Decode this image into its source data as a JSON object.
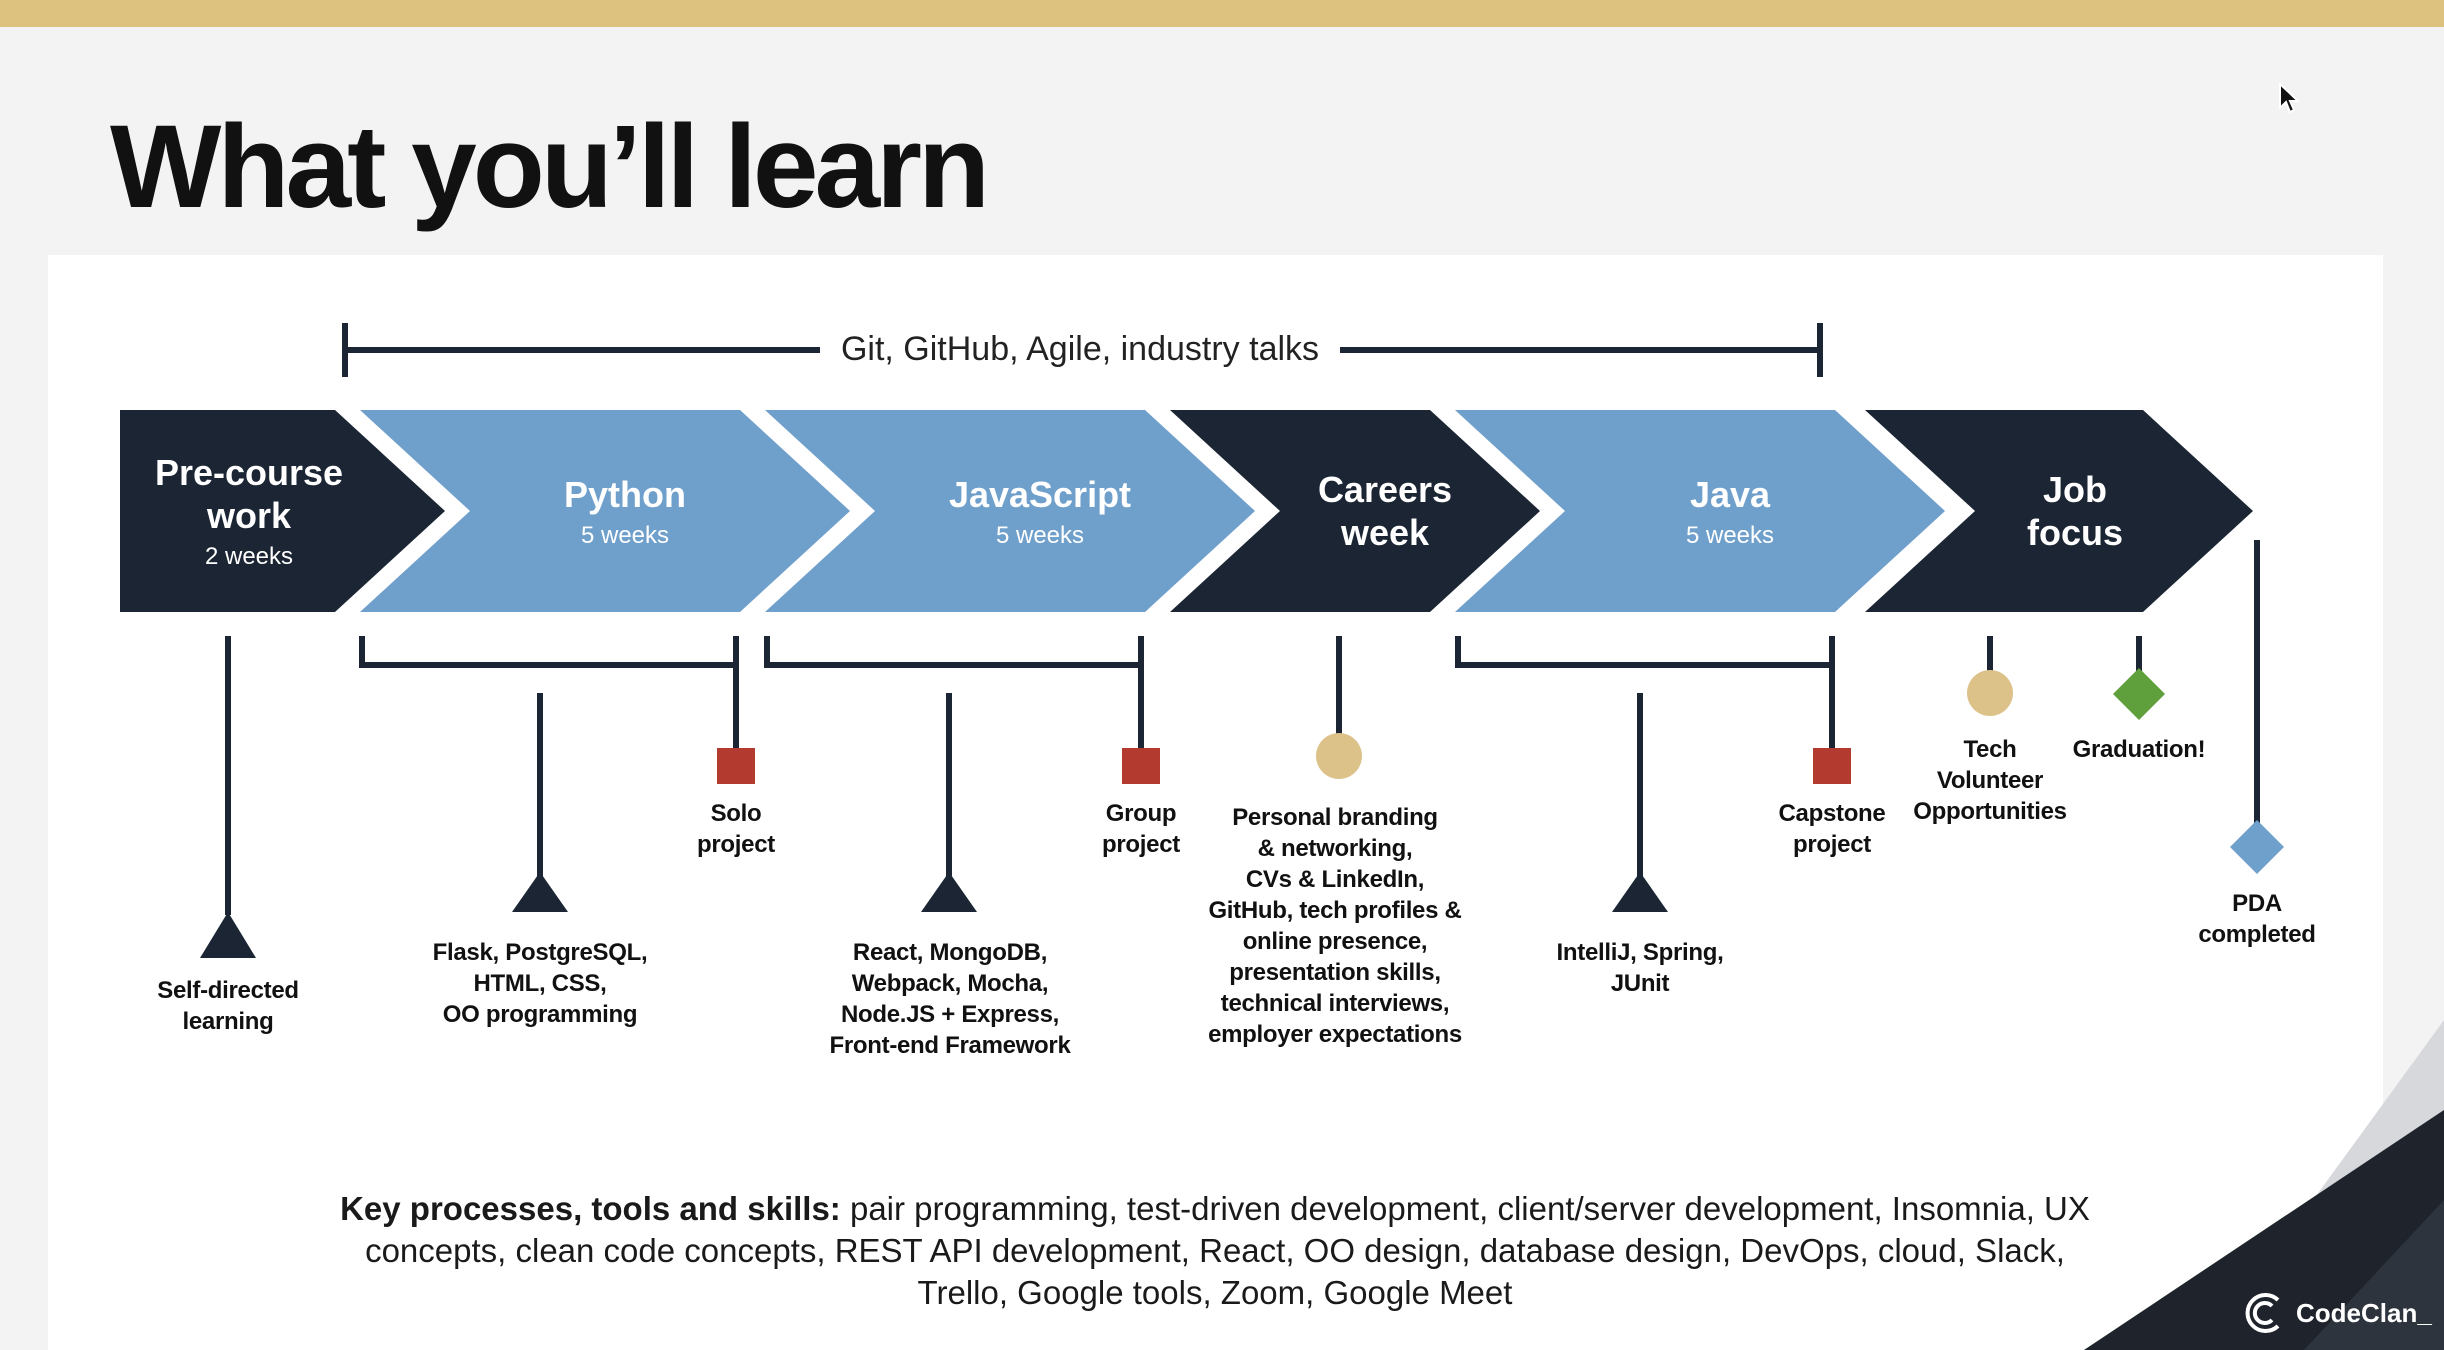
{
  "slide": {
    "title": "What you’ll learn",
    "bracket_label": "Git, GitHub, Agile, industry talks",
    "key_heading": "Key processes, tools and skills:",
    "key_text": " pair programming, test-driven development, client/server development, Insomnia, UX concepts, clean code concepts, REST API development, React, OO design, database design, DevOps, cloud, Slack, Trello, Google tools, Zoom, Google Meet",
    "brand": "CodeClan_"
  },
  "colors": {
    "dark": "#1b2533",
    "blue": "#6f9fcb",
    "top_bar": "#dcc17f",
    "project_marker": "#b23a2e",
    "careers_marker": "#dcc189",
    "graduation_marker": "#5f9f3c",
    "pda_marker": "#6f9fcb"
  },
  "stages": [
    {
      "name": "Pre-course\nwork",
      "duration": "2 weeks"
    },
    {
      "name": "Python",
      "duration": "5 weeks"
    },
    {
      "name": "JavaScript",
      "duration": "5 weeks"
    },
    {
      "name": "Careers\nweek",
      "duration": ""
    },
    {
      "name": "Java",
      "duration": "5 weeks"
    },
    {
      "name": "Job\nfocus",
      "duration": ""
    }
  ],
  "labels": {
    "self_directed": "Self-directed\nlearning",
    "python_topics": "Flask, PostgreSQL,\nHTML, CSS,\nOO programming",
    "solo_project": "Solo\nproject",
    "js_topics": "React, MongoDB,\nWebpack, Mocha,\nNode.JS + Express,\nFront-end Framework",
    "group_project": "Group\nproject",
    "careers_topics": "Personal branding\n& networking,\nCVs & LinkedIn,\nGitHub, tech profiles &\nonline presence,\npresentation skills,\ntechnical interviews,\nemployer expectations",
    "java_topics": "IntelliJ, Spring,\nJUnit",
    "capstone_project": "Capstone\nproject",
    "tech_volunteer": "Tech\nVolunteer\nOpportunities",
    "graduation": "Graduation!",
    "pda_completed": "PDA\ncompleted"
  }
}
